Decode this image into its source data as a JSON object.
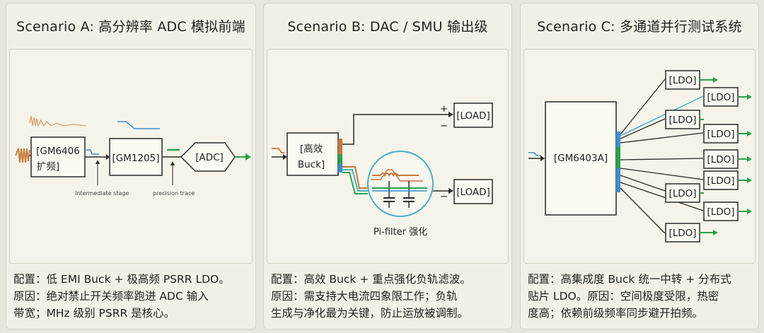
{
  "scenario_a": {
    "title": "Scenario A: 高分辨率 ADC 模拟前端",
    "block1_line1": "[GM6406",
    "block1_line2": "扩频]",
    "block2": "[GM1205]",
    "block3": "[ADC]",
    "label_intermediate": "Intermediate stage",
    "label_precision": "precision trace",
    "note_lines": [
      "配置：低 EMI Buck + 极高频 PSRR LDO。",
      "原因：绝对禁止开关频率跑进 ADC 输入",
      "带宽；MHz 级别 PSRR 是核心。"
    ]
  },
  "scenario_b": {
    "title": "Scenario B:  DAC / SMU 输出级",
    "buck_line1": "[高效",
    "buck_line2": "Buck]",
    "load_top": "[LOAD]",
    "load_bottom": "[LOAD]",
    "plus_sign": "+",
    "minus_top": "−",
    "minus_bottom": "−",
    "filter_caption": "Pi-filter 强化",
    "note_lines": [
      "配置：高效 Buck + 重点强化负轨滤波。",
      "原因：需支持大电流四象限工作；负轨",
      "生成与净化最为关键，防止运放被调制。"
    ]
  },
  "scenario_c": {
    "title": "Scenario C:  多通道并行测试系统",
    "main_block": "[GM6403A]",
    "ldo_labels": [
      "[LDO]",
      "[LDO]",
      "[LDO]",
      "[LDO]",
      "[LDO]",
      "[LDO]",
      "[LDO]",
      "[LDO]",
      "[LDO]"
    ],
    "note_lines": [
      "配置：高集成度 Buck 统一中转 + 分布式",
      "贴片 LDO。原因：空间极度受限，热密",
      "度高；依赖前级频率同步避开拍频。"
    ]
  },
  "colors": {
    "orange": "#c8773a",
    "green": "#2aa34a",
    "blue": "#3b8fd1",
    "teal": "#45b0c6"
  }
}
